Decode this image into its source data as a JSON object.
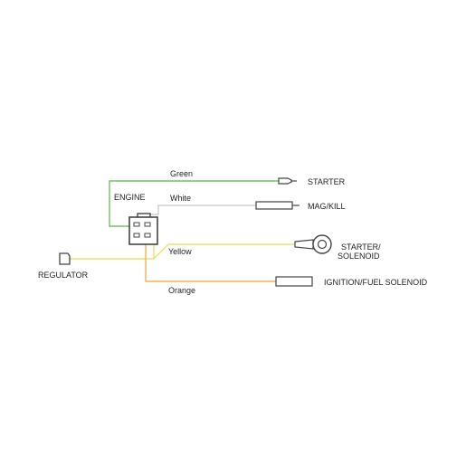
{
  "wires": {
    "green": {
      "label": "Green",
      "color": "#55b848"
    },
    "white": {
      "label": "White",
      "color": "#b8b8b8"
    },
    "yellow": {
      "label": "Yellow",
      "color": "#e6dc55"
    },
    "orange": {
      "label": "Orange",
      "color": "#f0a535"
    }
  },
  "components": {
    "engine": "ENGINE",
    "starter": "STARTER",
    "mag_kill": "MAG/KILL",
    "starter_solenoid_line1": "STARTER/",
    "starter_solenoid_line2": "SOLENOID",
    "regulator": "REGULATOR",
    "ignition_fuel_solenoid": "IGNITION/FUEL SOLENOID"
  },
  "colors": {
    "connector_outline": "#444444",
    "background": "#ffffff"
  },
  "icons": [
    "engine-connector-icon",
    "spade-terminal-icon",
    "bullet-connector-icon",
    "ring-terminal-icon",
    "regulator-plug-icon",
    "sleeve-connector-icon"
  ]
}
